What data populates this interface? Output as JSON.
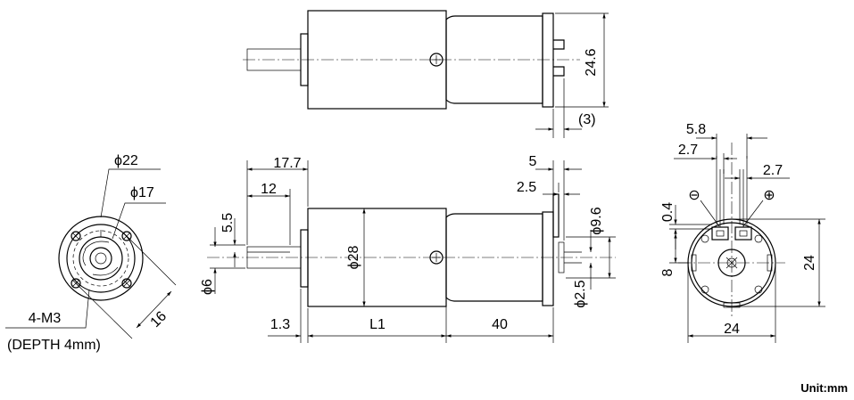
{
  "drawing": {
    "unit_label": "Unit:mm",
    "top_view": {
      "height_dim": "24.6",
      "terminal_dim": "(3)"
    },
    "side_view": {
      "dim_17_7": "17.7",
      "dim_12": "12",
      "dim_5_5": "5.5",
      "dim_phi6": "ϕ6",
      "dim_1_3": "1.3",
      "dim_L1": "L1",
      "dim_40": "40",
      "dim_phi28": "ϕ28",
      "dim_5": "5",
      "dim_2_5": "2.5",
      "dim_phi9_6": "ϕ9.6",
      "dim_phi2_5": "ϕ2.5"
    },
    "front_view": {
      "dim_phi22": "ϕ22",
      "dim_phi17": "ϕ17",
      "dim_16": "16",
      "hole_label": "4-M3",
      "hole_depth": "(DEPTH 4mm)"
    },
    "rear_view": {
      "dim_5_8": "5.8",
      "dim_2_7_left": "2.7",
      "dim_2_7_right": "2.7",
      "dim_0_4": "0.4",
      "dim_8": "8",
      "dim_24_h": "24",
      "dim_24_v": "24",
      "minus_symbol": "⊖",
      "plus_symbol": "⊕"
    }
  }
}
